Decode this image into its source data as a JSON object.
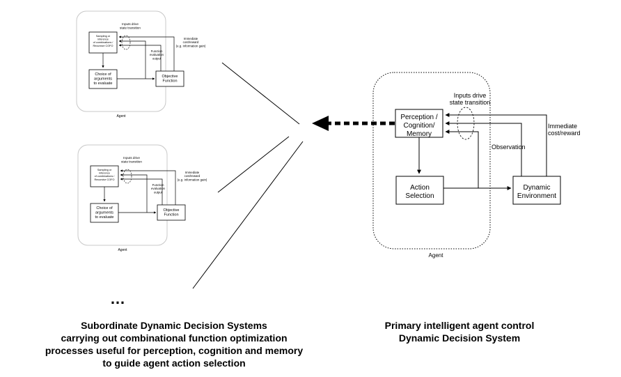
{
  "diagram": {
    "primary": {
      "perception_box": [
        "Perception /",
        "Cognition/",
        "Memory"
      ],
      "action_box": [
        "Action",
        "Selection"
      ],
      "environment_box": [
        "Dynamic",
        "Environment"
      ],
      "inputs_label": [
        "Inputs drive",
        "state transition"
      ],
      "observation_label": "Observation",
      "reward_label": [
        "Immediate",
        "cost/reward"
      ],
      "agent_label": "Agent"
    },
    "subordinate": {
      "sampling_box": [
        "Sampling or",
        "inference",
        "of combinations /",
        "Recursive COFO"
      ],
      "choice_box": [
        "Choice of",
        "arguments",
        "to evaluate"
      ],
      "objective_box": [
        "Objective",
        "Function"
      ],
      "inputs_label": [
        "Inputs drive",
        "state transition"
      ],
      "fe_label": [
        "Function",
        "evaluation",
        "output"
      ],
      "reward_label": [
        "Immediate",
        "cost/reward",
        "(e.g. information gain)"
      ],
      "agent_label": "Agent"
    },
    "ellipsis": "…",
    "caption_left": [
      "Subordinate Dynamic Decision Systems",
      "carrying out combinational function optimization",
      "processes useful for perception, cognition and memory",
      "to guide agent action selection"
    ],
    "caption_right": [
      "Primary intelligent agent control",
      "Dynamic Decision System"
    ]
  }
}
